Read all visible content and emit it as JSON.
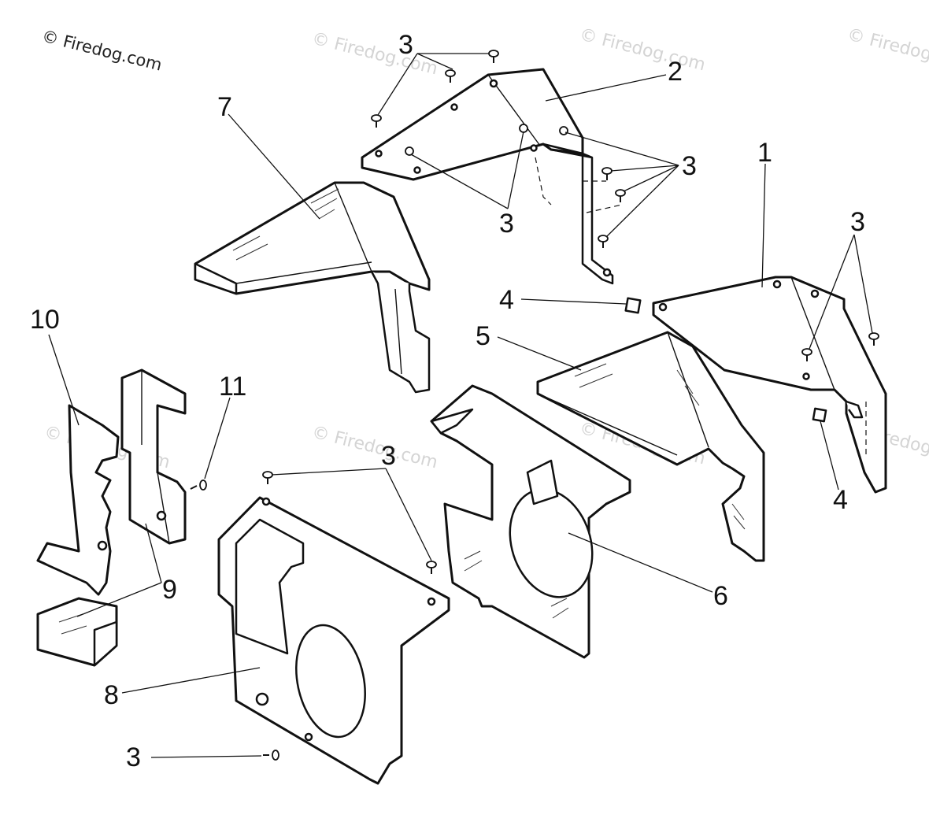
{
  "watermark": {
    "copyright": "© Firedog.com",
    "repeat_text": "© Firedog.com"
  },
  "callouts": {
    "c1": "1",
    "c2": "2",
    "c3a": "3",
    "c3b": "3",
    "c3c": "3",
    "c3d": "3",
    "c3e": "3",
    "c3f": "3",
    "c4a": "4",
    "c4b": "4",
    "c5": "5",
    "c6": "6",
    "c7": "7",
    "c8": "8",
    "c9": "9",
    "c10": "10",
    "c11": "11"
  },
  "colors": {
    "line": "#111111",
    "watermark": "#d4d4d4",
    "background": "#ffffff"
  }
}
